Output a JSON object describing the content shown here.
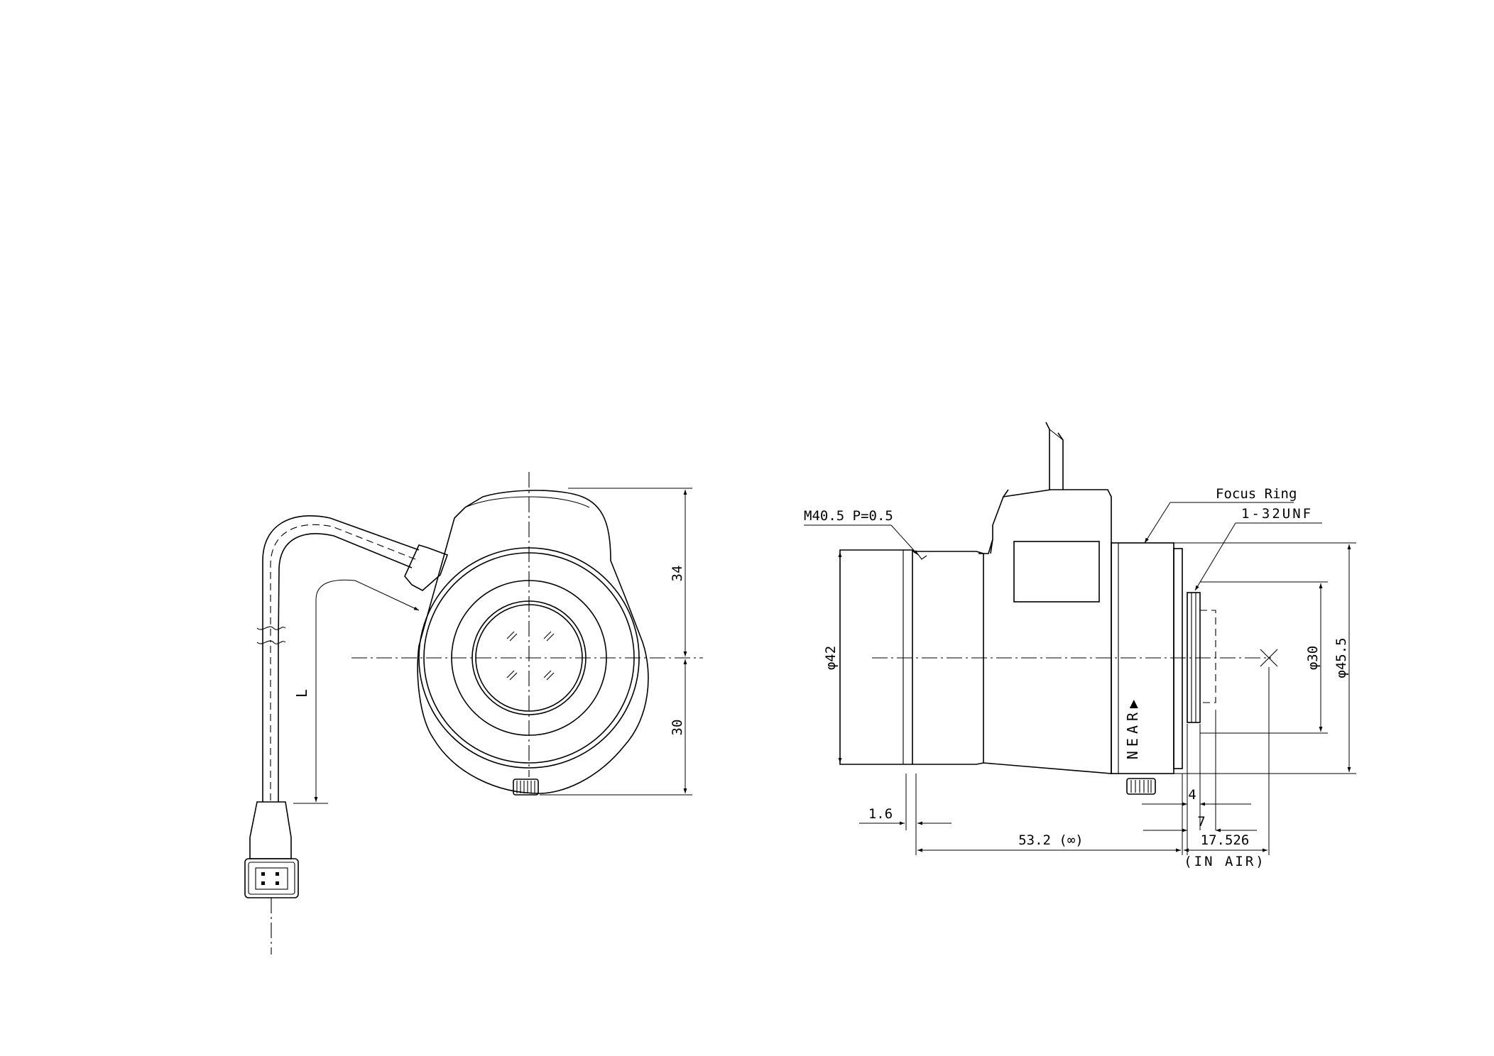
{
  "front_view": {
    "dim_top": "34",
    "dim_bottom": "30",
    "cable_length": "L"
  },
  "side_view": {
    "thread_label": "M40.5 P=0.5",
    "focus_ring_label": "Focus Ring",
    "mount_label": "1-32UNF",
    "front_diameter": "φ42",
    "body_diameter": "φ45.5",
    "rear_diameter": "φ30",
    "near_mark": "NEAR▶",
    "dim_1_6": "1.6",
    "dim_53_2": "53.2 (∞)",
    "dim_17_526": "17.526",
    "dim_in_air": "(IN AIR)",
    "dim_4": "4",
    "dim_7": "7"
  }
}
